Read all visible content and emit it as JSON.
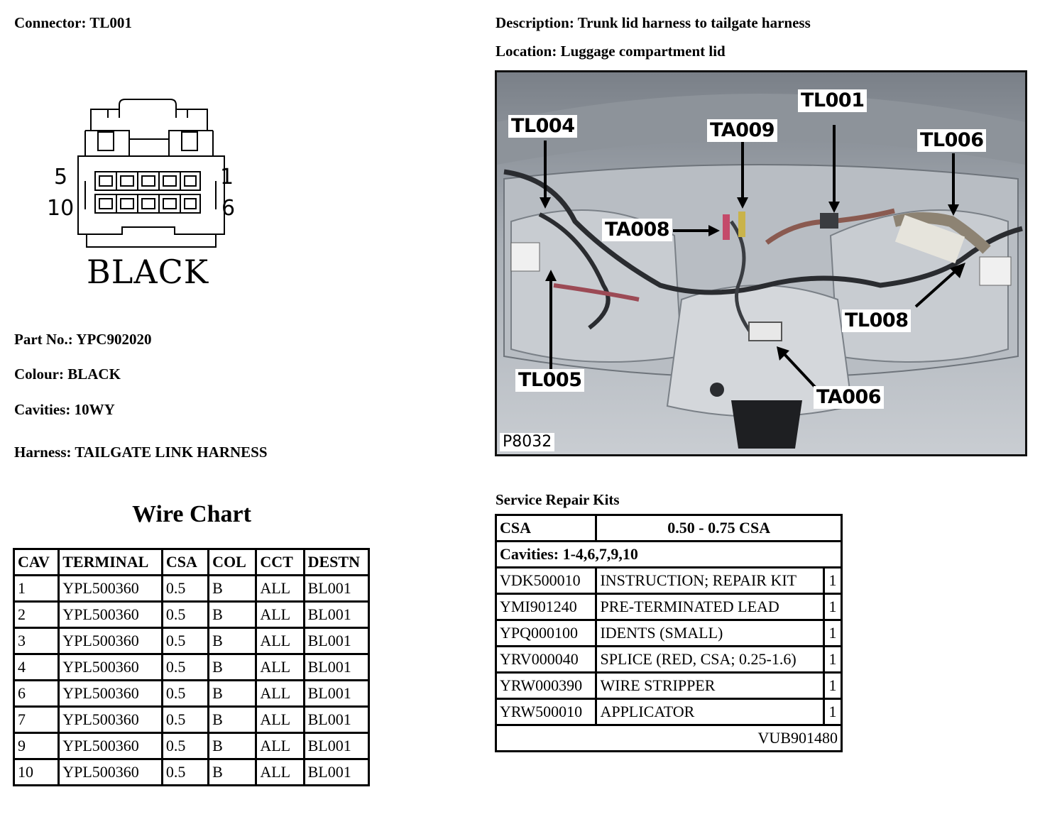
{
  "connector": {
    "label": "Connector:",
    "value": "TL001"
  },
  "description": {
    "label": "Description:",
    "value": "Trunk lid harness to tailgate harness"
  },
  "location": {
    "label": "Location:",
    "value": "Luggage compartment lid"
  },
  "connector_drawing": {
    "pin_numbers": {
      "top_left": "5",
      "top_right": "1",
      "bottom_left": "10",
      "bottom_right": "6"
    },
    "colour_label": "BLACK"
  },
  "part_no": {
    "label": "Part No.:",
    "value": "YPC902020"
  },
  "colour": {
    "label": "Colour:",
    "value": "BLACK"
  },
  "cavities": {
    "label": "Cavities:",
    "value": "10WY"
  },
  "harness": {
    "label": "Harness:",
    "value": "TAILGATE LINK HARNESS"
  },
  "wire_chart": {
    "title": "Wire Chart",
    "headers": [
      "CAV",
      "TERMINAL",
      "CSA",
      "COL",
      "CCT",
      "DESTN"
    ],
    "rows": [
      [
        "1",
        "YPL500360",
        "0.5",
        "B",
        "ALL",
        "BL001"
      ],
      [
        "2",
        "YPL500360",
        "0.5",
        "B",
        "ALL",
        "BL001"
      ],
      [
        "3",
        "YPL500360",
        "0.5",
        "B",
        "ALL",
        "BL001"
      ],
      [
        "4",
        "YPL500360",
        "0.5",
        "B",
        "ALL",
        "BL001"
      ],
      [
        "6",
        "YPL500360",
        "0.5",
        "B",
        "ALL",
        "BL001"
      ],
      [
        "7",
        "YPL500360",
        "0.5",
        "B",
        "ALL",
        "BL001"
      ],
      [
        "9",
        "YPL500360",
        "0.5",
        "B",
        "ALL",
        "BL001"
      ],
      [
        "10",
        "YPL500360",
        "0.5",
        "B",
        "ALL",
        "BL001"
      ]
    ]
  },
  "photo": {
    "callouts": [
      "TL004",
      "TA009",
      "TL001",
      "TL006",
      "TA008",
      "TL008",
      "TL005",
      "TA006"
    ],
    "reference": "P8032"
  },
  "service_repair_kits": {
    "title": "Service Repair Kits",
    "csa_label": "CSA",
    "csa_value": "0.50 - 0.75 CSA",
    "cavities": "Cavities: 1-4,6,7,9,10",
    "items": [
      {
        "part": "VDK500010",
        "description": "INSTRUCTION; REPAIR KIT",
        "qty": "1"
      },
      {
        "part": "YMI901240",
        "description": "PRE-TERMINATED LEAD",
        "qty": "1"
      },
      {
        "part": "YPQ000100",
        "description": "IDENTS (SMALL)",
        "qty": "1"
      },
      {
        "part": "YRV000040",
        "description": "SPLICE (RED, CSA; 0.25-1.6)",
        "qty": "1"
      },
      {
        "part": "YRW000390",
        "description": "WIRE STRIPPER",
        "qty": "1"
      },
      {
        "part": "YRW500010",
        "description": "APPLICATOR",
        "qty": "1"
      }
    ],
    "kit_number": "VUB901480"
  }
}
